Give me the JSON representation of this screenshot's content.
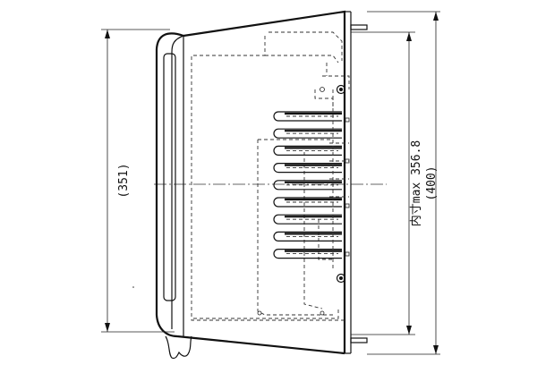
{
  "dimensions": {
    "left_height": "(351)",
    "inner_max": "内寸max 356.8",
    "total_height": "(400)"
  },
  "colors": {
    "line": "#111111",
    "background": "#ffffff"
  },
  "slots": {
    "count": 9
  }
}
